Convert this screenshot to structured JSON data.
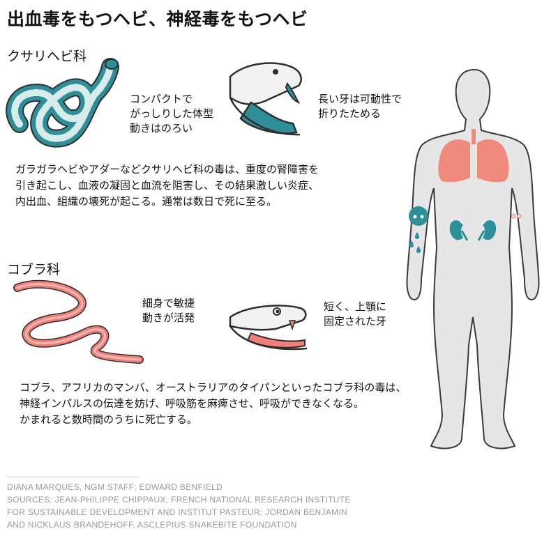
{
  "title": "出血毒をもつヘビ、神経毒をもつヘビ",
  "viper": {
    "heading": "クサリヘビ科",
    "body_note": [
      "コンパクトで",
      "がっしりした体型",
      "動きはのろい"
    ],
    "fang_note": [
      "長い牙は可動性で",
      "折りたためる"
    ],
    "description": [
      "ガラガラヘビやアダーなどクサリヘビ科の毒は、重度の腎障害を",
      "引き起こし、血液の凝固と血流を阻害し、その結果激しい炎症、",
      "内出血、組織の壊死が起こる。通常は数日で死に至る。"
    ]
  },
  "cobra": {
    "heading": "コブラ科",
    "body_note": [
      "細身で敏捷",
      "動きが活発"
    ],
    "fang_note": [
      "短く、上顎に",
      "固定された牙"
    ],
    "description": [
      "コブラ、アフリカのマンバ、オーストラリアのタイパンといったコブラ科の毒は、",
      "神経インパルスの伝達を妨げ、呼吸筋を麻痺させ、呼吸ができなくなる。",
      "かまれると数時間のうちに死亡する。"
    ]
  },
  "credits": [
    "DIANA MARQUES, NGM STAFF; EDWARD BENFIELD",
    "SOURCES: JEAN-PHILIPPE CHIPPAUX, FRENCH NATIONAL RESEARCH INSTITUTE",
    "FOR SUSTAINABLE DEVELOPMENT AND INSTITUT PASTEUR; JORDAN BENJAMIN",
    "AND NICKLAUS BRANDEHOFF, ASCLEPIUS SNAKEBITE FOUNDATION"
  ],
  "colors": {
    "viper_teal": "#2e8f99",
    "viper_pattern": "#d9ecec",
    "cobra_pink": "#ef7f78",
    "cobra_light": "#f7b7b0",
    "lung": "#f08a7c",
    "kidney": "#2d8f99",
    "body": "#e6e6e6",
    "outline": "#3a3a3a"
  }
}
